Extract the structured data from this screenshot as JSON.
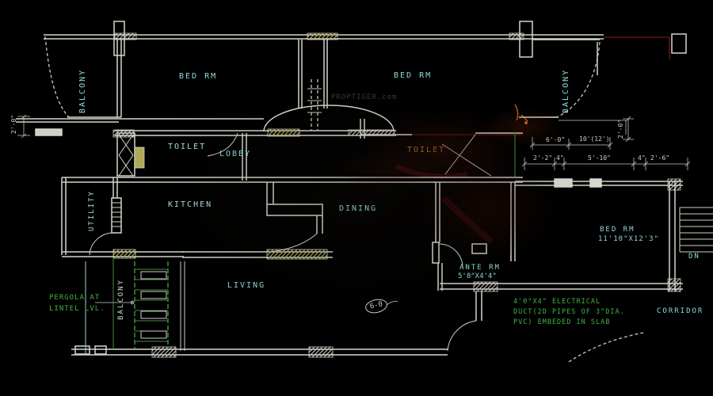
{
  "title": "apartment-floor-plan-cad",
  "colors": {
    "background": "#000000",
    "wall": "#d6d6cc",
    "label_cyan": "#8fd9d9",
    "note_green": "#43b243",
    "label_orange": "#c97a2b",
    "hatch_yellow": "#b1ab56",
    "artifact_red": "#4a0f0f"
  },
  "labels": {
    "balcony_top_left": "BALCONY",
    "bed_rm_left": "BED RM",
    "bed_rm_right": "BED RM",
    "balcony_top_right": "BALCONY",
    "toilet_left": "TOILET",
    "lobby": "LOBBY",
    "toilet_right": "TOILET",
    "utility": "UTILITY",
    "kitchen": "KITCHEN",
    "dining": "DINING",
    "living": "LIVING",
    "balcony_bottom_left": "BALCONY",
    "bed_rm_bottom_right": "BED RM",
    "bed_rm_bottom_right_size": "11'10\"X12'3\"",
    "ante_rm": "ANTE RM",
    "ante_rm_size": "5'8\"X4'4\"",
    "down": "DN",
    "corridor": "CORRIDOR"
  },
  "notes": {
    "pergola_line1": "PERGOLA AT",
    "pergola_line2": "LINTEL LVL.",
    "electrical_line1": "4'0\"X4\" ELECTRICAL",
    "electrical_line2": "DUCT(2D PIPES OF 3\"DIA.",
    "electrical_line3": "PVC) EMBEDED IN SLAB"
  },
  "dimensions": {
    "left_vertical": "2'-0\"",
    "top_6_0": "6'-0\"",
    "top_10_12": "10'(12')",
    "right_vertical": "2'-0\"",
    "row_2_2": "2'-2\"",
    "row_4_a": "4\"",
    "row_5_10": "5'-10\"",
    "row_4_b": "4\"",
    "row_2_6": "2'-6\"",
    "living_circled": "6-0"
  },
  "watermark": "PROPTIGER.com"
}
